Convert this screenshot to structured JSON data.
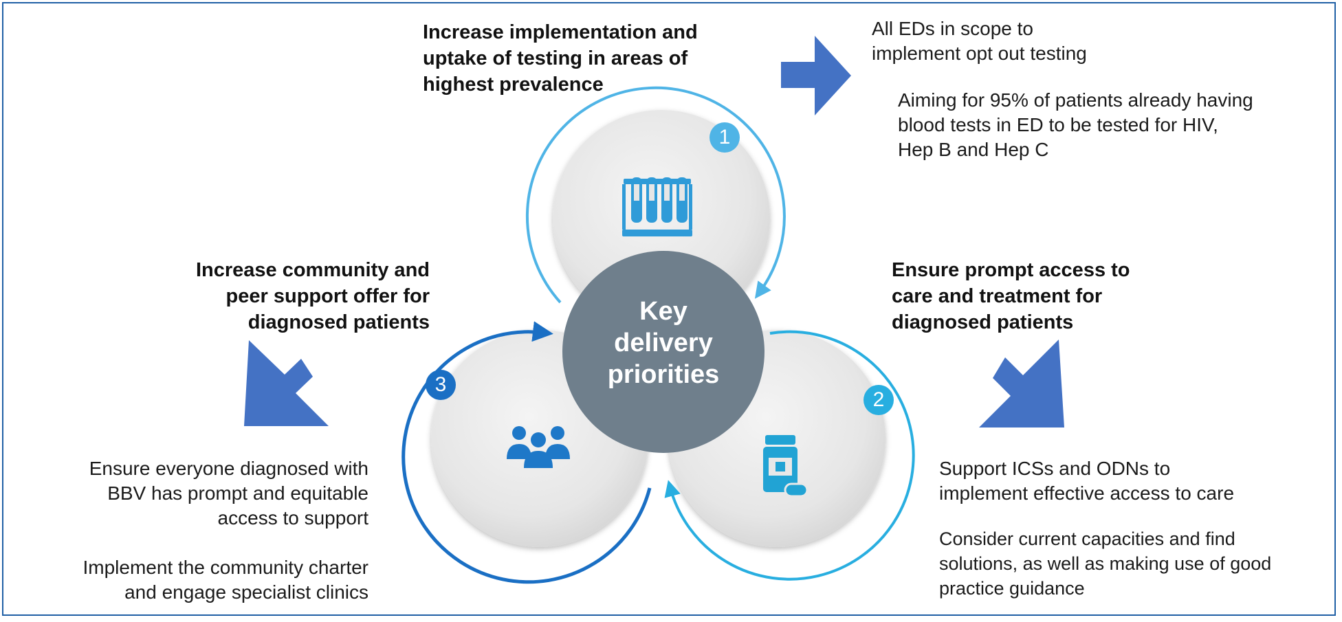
{
  "center": {
    "line1": "Key",
    "line2": "delivery",
    "line3": "priorities"
  },
  "priorities": [
    {
      "number": "1",
      "icon": "test-tubes-icon",
      "heading": [
        "Increase implementation and",
        "uptake of testing in areas of",
        "highest prevalence"
      ],
      "points": [
        [
          "All EDs in scope to",
          "implement opt out testing"
        ],
        [
          "Aiming for 95% of patients already having",
          "blood tests in ED to be tested for HIV,",
          "Hep B and Hep C"
        ]
      ]
    },
    {
      "number": "2",
      "icon": "medicine-bottle-icon",
      "heading": [
        "Ensure prompt access to",
        "care and treatment for",
        "diagnosed patients"
      ],
      "points": [
        [
          "Support ICSs and ODNs to",
          "implement effective access to care"
        ],
        [
          "Consider current capacities and find",
          "solutions, as well as making use of good",
          "practice guidance"
        ]
      ]
    },
    {
      "number": "3",
      "icon": "people-group-icon",
      "heading": [
        "Increase community and",
        "peer support offer for",
        "diagnosed patients"
      ],
      "points": [
        [
          "Ensure everyone diagnosed with",
          "BBV has prompt and equitable",
          "access to support"
        ],
        [
          "Implement the community charter",
          "and engage specialist clinics"
        ]
      ]
    }
  ],
  "colors": {
    "frame": "#1f5fa5",
    "center_circle": "#6f7f8c",
    "arrow_fill": "#4472c4",
    "ring_1": "#4fb4e6",
    "ring_2": "#28aee0",
    "ring_3": "#1a6fc4",
    "icon_1": "#2f9bd8",
    "icon_2": "#21a3d4",
    "icon_3": "#1e78c8"
  }
}
